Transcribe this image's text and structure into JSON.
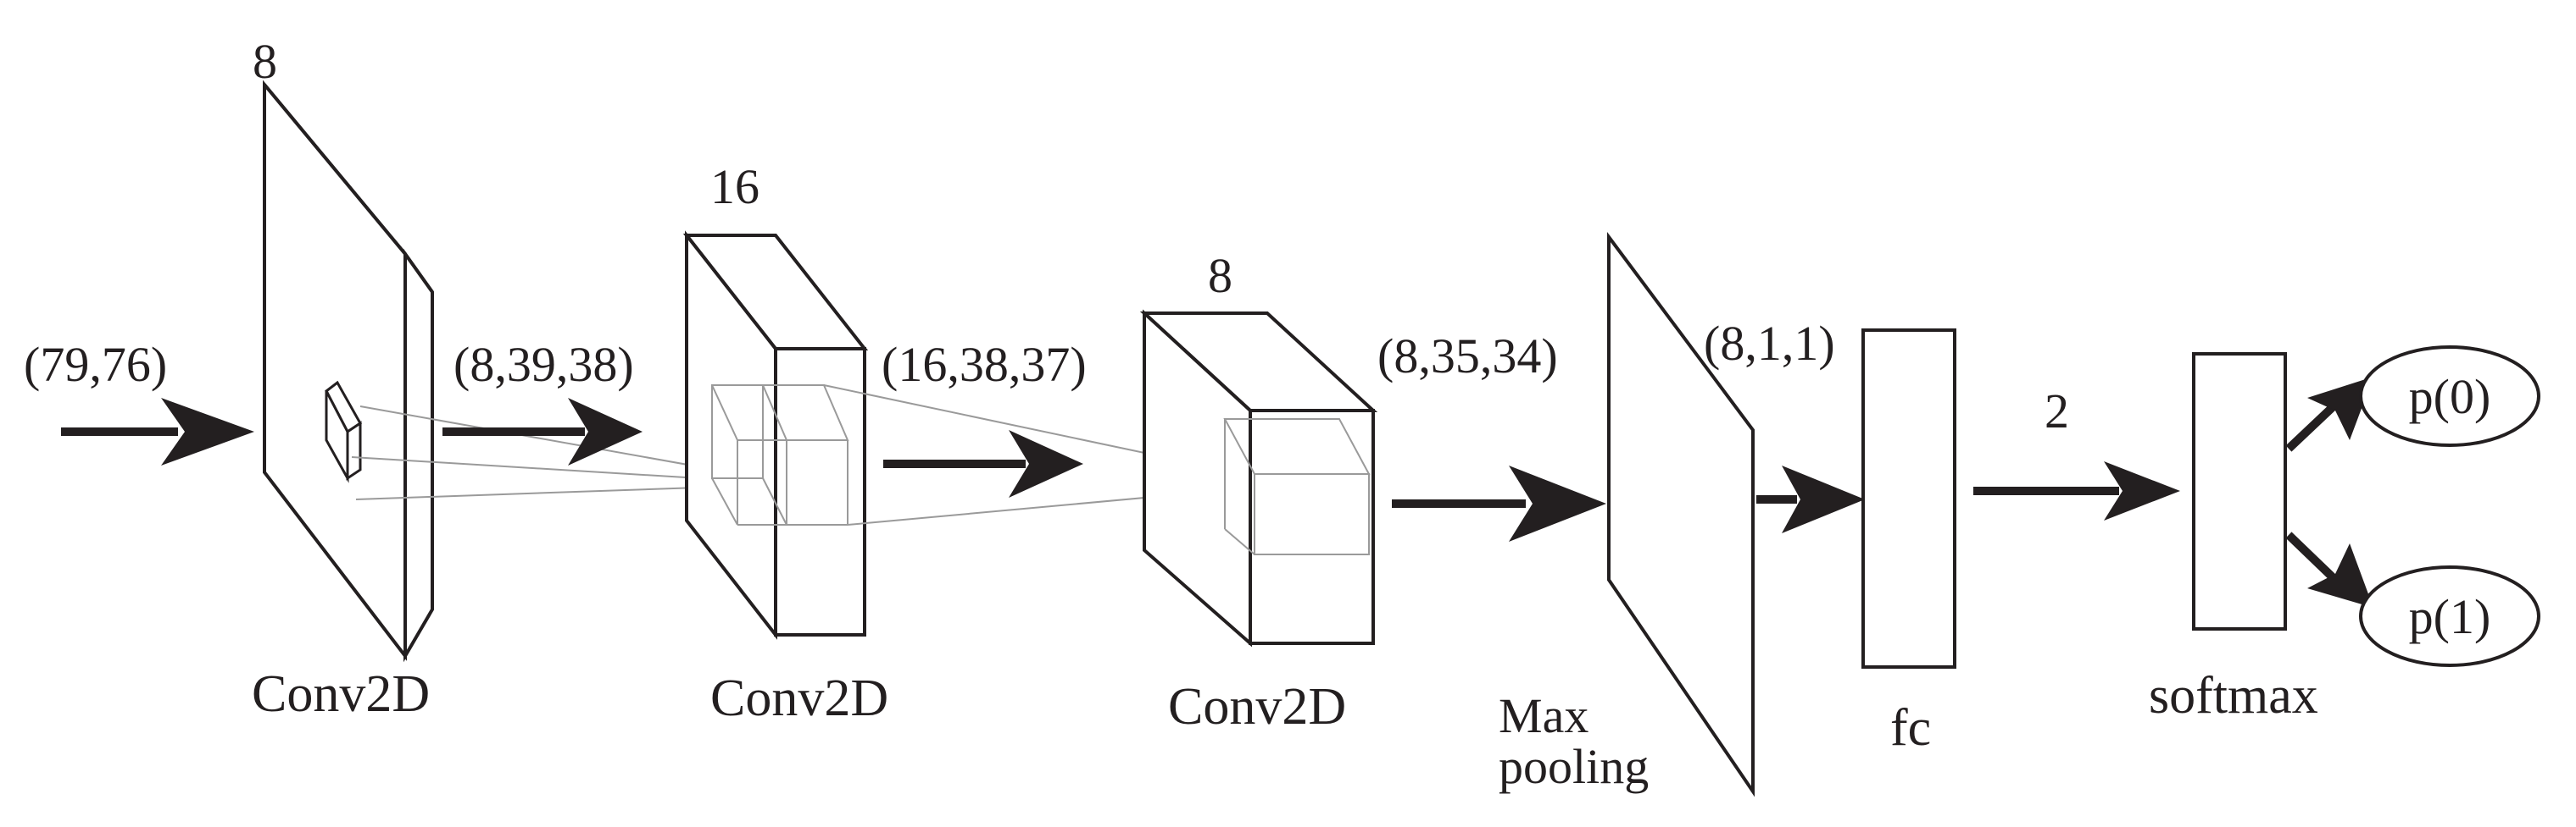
{
  "diagram": {
    "input_label": "(79,76)",
    "blocks": [
      {
        "depth": "8",
        "caption": "Conv2D"
      },
      {
        "depth": "16",
        "caption": "Conv2D"
      },
      {
        "depth": "8",
        "caption": "Conv2D"
      }
    ],
    "shapes": [
      "(8,39,38)",
      "(16,38,37)",
      "(8,35,34)",
      "(8,1,1)"
    ],
    "pool_caption_line1": "Max",
    "pool_caption_line2": "pooling",
    "fc_caption": "fc",
    "fc_output": "2",
    "softmax_caption": "softmax",
    "outputs": [
      "p(0)",
      "p(1)"
    ]
  }
}
